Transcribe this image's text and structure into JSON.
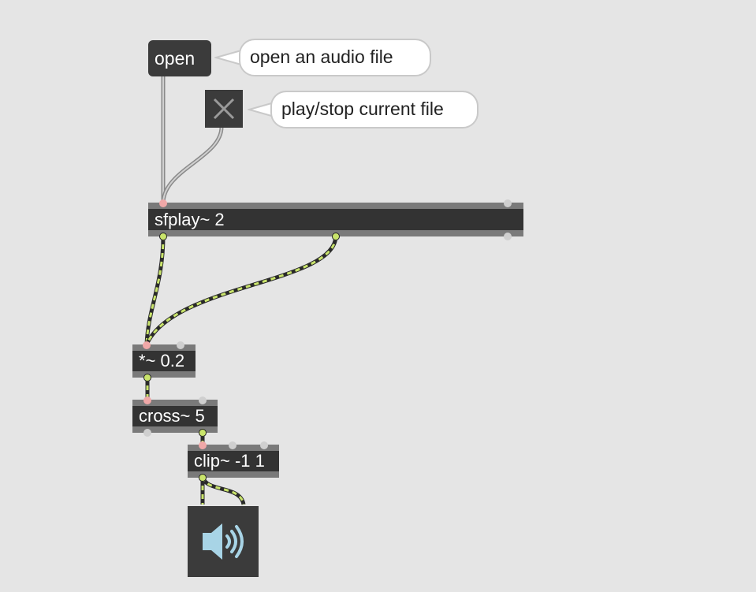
{
  "objects": {
    "open_message": "open",
    "sfplay": "sfplay~ 2",
    "multiply": "*~ 0.2",
    "cross": "cross~ 5",
    "clip": "clip~ -1 1"
  },
  "comments": {
    "open_comment": "open an audio file",
    "play_comment": "play/stop current file"
  },
  "icons": {
    "toggle": "x-toggle-icon",
    "dac": "speaker-icon"
  },
  "colors": {
    "background": "#e5e5e5",
    "object_fill": "#333333",
    "signal_cord": "#c9e46b",
    "inlet": "#f0a8a8",
    "outlet": "#c9e46b"
  }
}
